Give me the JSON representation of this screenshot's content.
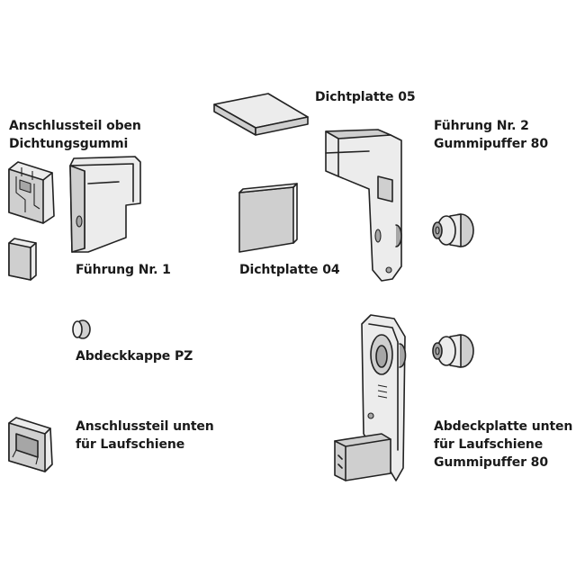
{
  "labels": {
    "anschlussteil_oben": [
      "Anschlussteil oben",
      "Dichtungsgummi"
    ],
    "fuehrung_1": [
      "Führung Nr. 1"
    ],
    "dichtplatte_05": [
      "Dichtplatte 05"
    ],
    "fuehrung_2": [
      "Führung Nr. 2",
      "Gummipuffer 80"
    ],
    "dichtplatte_04": [
      "Dichtplatte 04"
    ],
    "abdeckkappe": [
      "Abdeckkappe PZ"
    ],
    "anschlussteil_unten": [
      "Anschlussteil unten",
      "für Laufschiene"
    ],
    "abdeckplatte_unten": [
      "Abdeckplatte unten",
      "für Laufschiene",
      "Gummipuffer 80"
    ]
  },
  "colors": {
    "stroke": "#222222",
    "fill_light": "#ececec",
    "fill_mid": "#cfcfcf",
    "fill_dark": "#a6a6a6",
    "text": "#1a1a1a"
  }
}
